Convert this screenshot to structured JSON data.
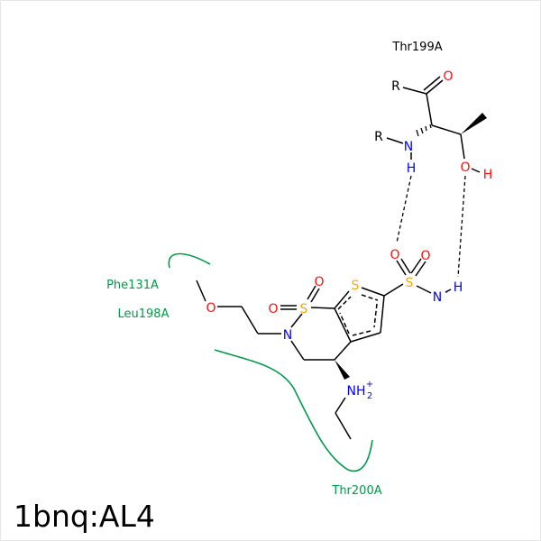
{
  "title": "1bnq:AL4",
  "residues": {
    "thr199": "Thr199A",
    "phe131": "Phe131A",
    "leu198": "Leu198A",
    "thr200": "Thr200A"
  },
  "atoms": {
    "R": "R",
    "O": "O",
    "N": "N",
    "H": "H",
    "S": "S",
    "NH": "NH",
    "sub2": "2",
    "plus": "+",
    "minus": "-"
  },
  "colors": {
    "oxygen": "#ff0d0d",
    "nitrogen": "#0000ff",
    "sulfur": "#ffa500",
    "hydrophobic": "#009a49",
    "bond": "#000000"
  }
}
